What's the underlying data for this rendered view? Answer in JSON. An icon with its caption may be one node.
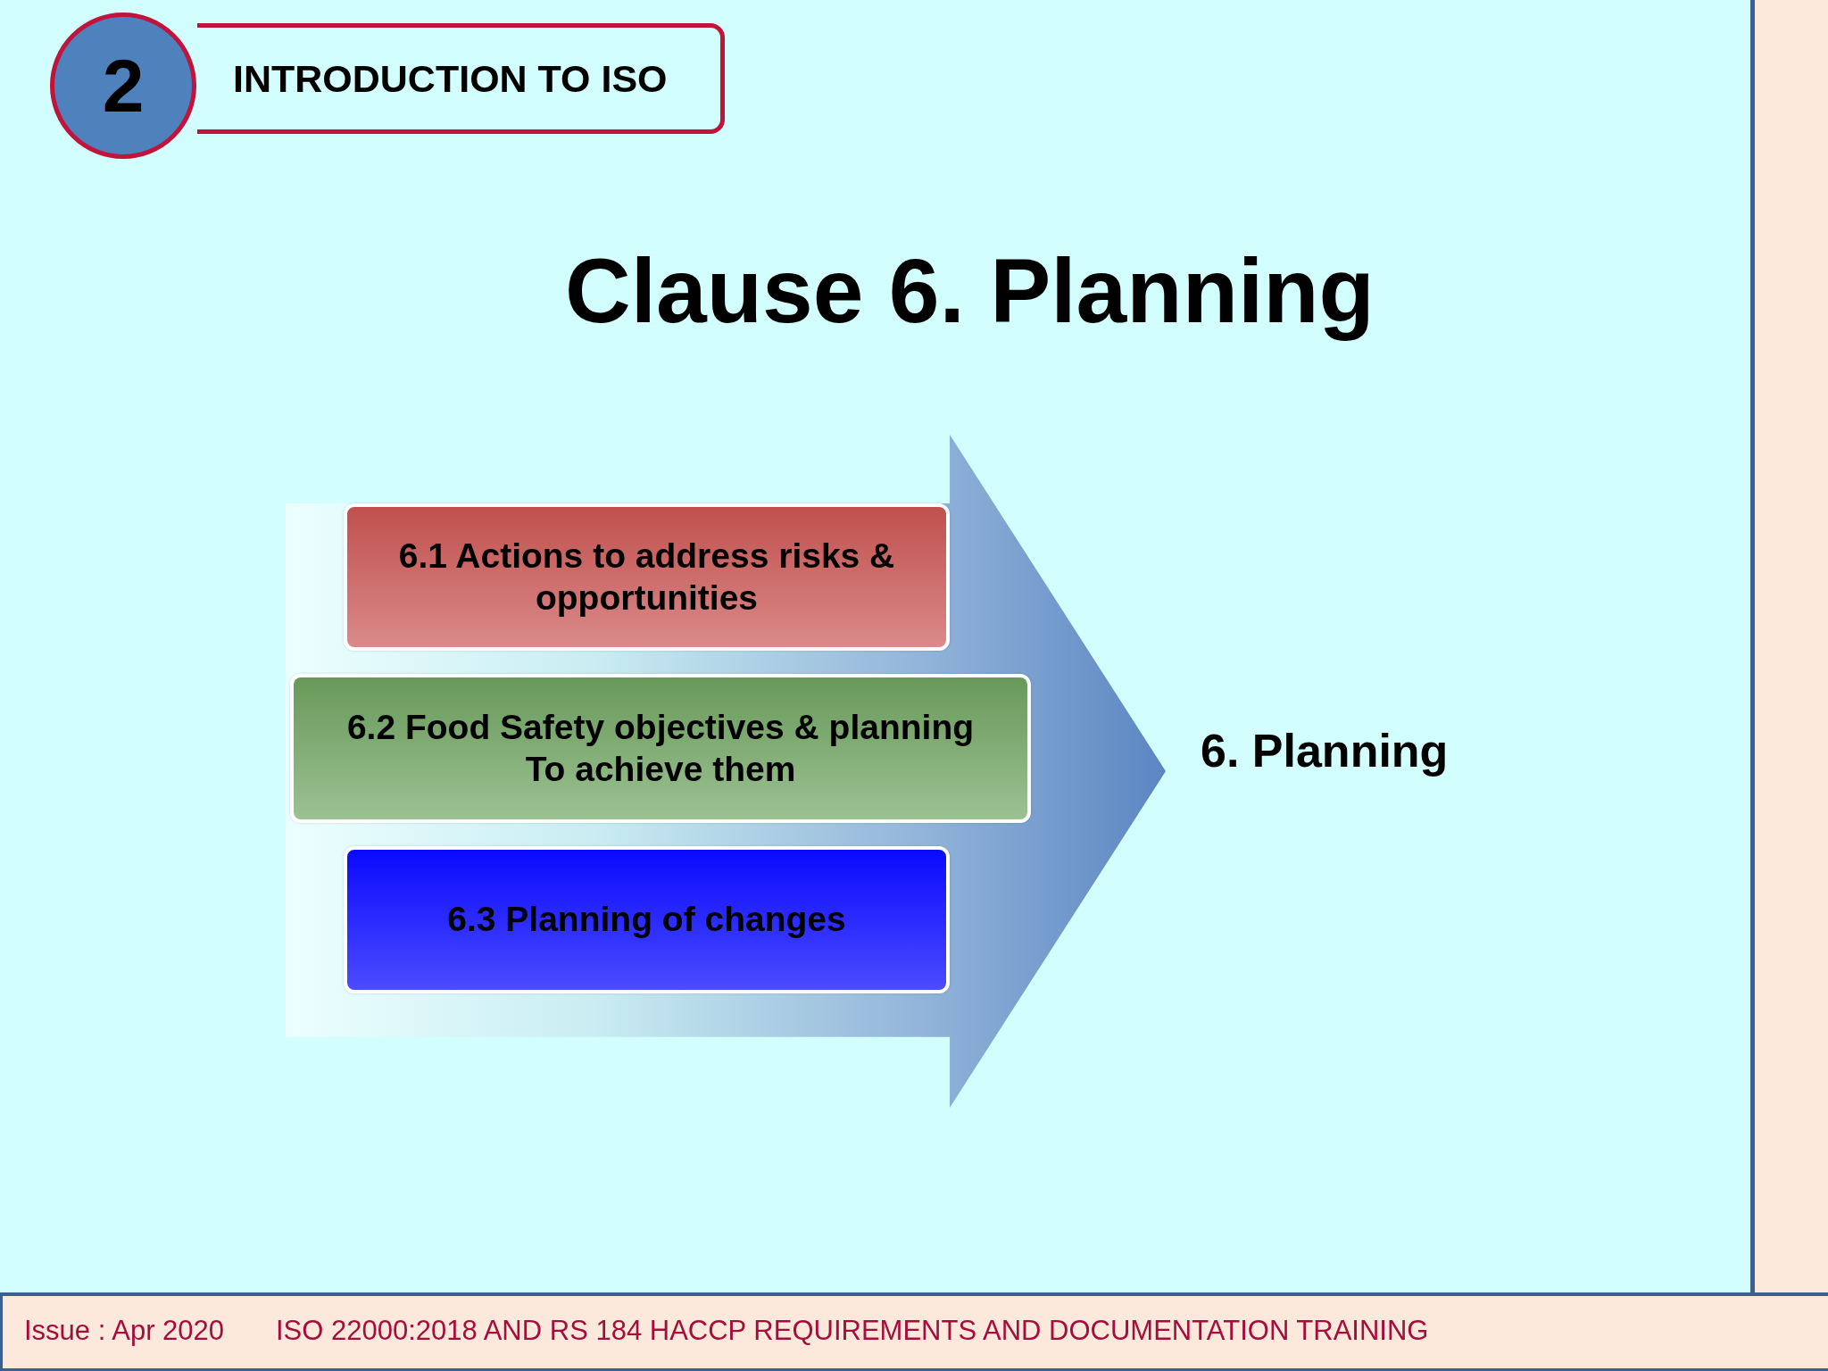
{
  "diagram": {
    "title": "Clause 6. Planning",
    "nodes": [
      {
        "text": [
          "2"
        ]
      },
      {
        "text": [
          "INTRODUCTION TO ISO"
        ]
      },
      {
        "text": [],
        "shape": "arrow",
        "beside": [
          "6. Planning"
        ]
      },
      {
        "text": [
          "6.1 Actions to address risks & opportunities"
        ],
        "in": 2
      },
      {
        "text": [
          "6.2 Food Safety objectives & planning To achieve them"
        ],
        "in": 2
      },
      {
        "text": [
          "6.3 Planning of changes"
        ],
        "in": 2
      }
    ],
    "labels": [
      "Issue : Apr 2020",
      "ISO 22000:2018 AND RS 184 HACCP REQUIREMENTS AND DOCUMENTATION TRAINING"
    ]
  }
}
